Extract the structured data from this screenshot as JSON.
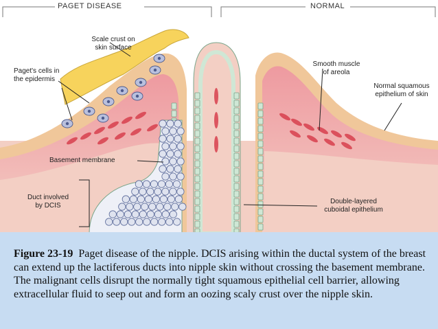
{
  "headers": {
    "left": "PAGET DISEASE",
    "right": "NORMAL"
  },
  "labels": {
    "scale_crust": [
      "Scale crust on",
      "skin surface"
    ],
    "pagets_cells": [
      "Paget's cells in",
      "the epidermis"
    ],
    "basement_membrane": [
      "Basement membrane"
    ],
    "duct_dcis": [
      "Duct involved",
      "by DCIS"
    ],
    "smooth_muscle": [
      "Smooth muscle",
      "of areola"
    ],
    "normal_squamous": [
      "Normal squamous",
      "epithelium of skin"
    ],
    "double_layered": [
      "Double-layered",
      "cuboidal epithelium"
    ]
  },
  "caption": {
    "figure_number": "Figure 23-19",
    "text": "Paget disease of the nipple. DCIS arising within the ductal system of the breast can extend up the lactiferous ducts into nipple skin without crossing the basement membrane. The malignant cells disrupt the normally tight squamous epithelial cell barrier, allowing extracellular fluid to seep out and form an oozing scaly crust over the nipple skin."
  },
  "colors": {
    "background": "#ffffff",
    "tissue_pink": "#f3cfc4",
    "dermis_pink": "#ee9fa4",
    "epidermis_tan": "#f0c79a",
    "crust_yellow": "#f7d35c",
    "duct_lining_green": "#cfe7d5",
    "muscle_red": "#d8404e",
    "tumor_cells": "#dfe3ef",
    "paget_cells": "#b9c0dd",
    "caption_band": "#c7dcf2"
  }
}
